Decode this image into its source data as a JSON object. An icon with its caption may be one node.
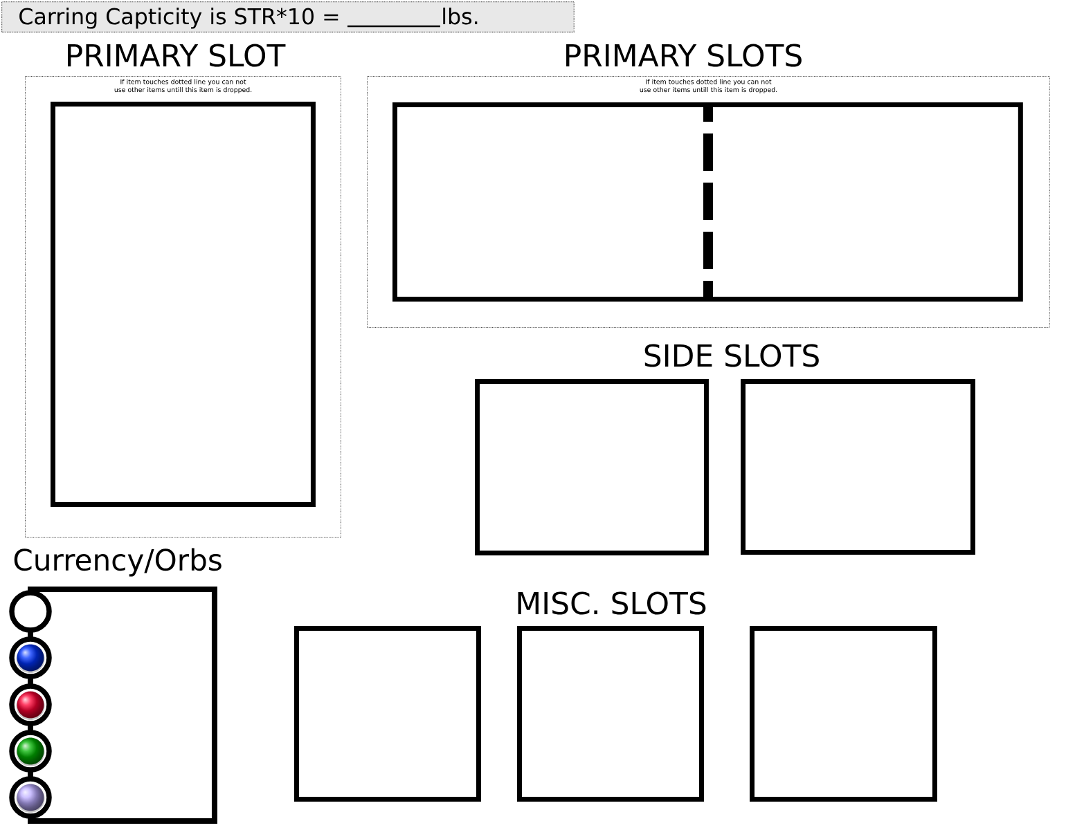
{
  "diagram": {
    "nodes": [
      {
        "text": [
          "Carring Capticity is STR*10 =",
          "lbs."
        ]
      },
      {
        "text": [
          "PRIMARY SLOT",
          "If item touches dotted line you can not use other items untill this item is dropped."
        ]
      },
      {
        "text": [],
        "shape": "box",
        "in": 1
      },
      {
        "text": [
          "PRIMARY SLOTS",
          "If item touches dotted line you can not use other items untill this item is dropped."
        ]
      },
      {
        "text": [],
        "shape": "box",
        "in": 3
      },
      {
        "text": [],
        "shape": "box"
      },
      {
        "text": [],
        "shape": "box"
      },
      {
        "text": [
          "Currency/Orbs"
        ]
      },
      {
        "text": [],
        "shape": "box"
      },
      {
        "text": [],
        "shape": "box"
      },
      {
        "text": [],
        "shape": "box"
      }
    ],
    "labels": [
      "SIDE SLOTS",
      "MISC. SLOTS"
    ]
  }
}
